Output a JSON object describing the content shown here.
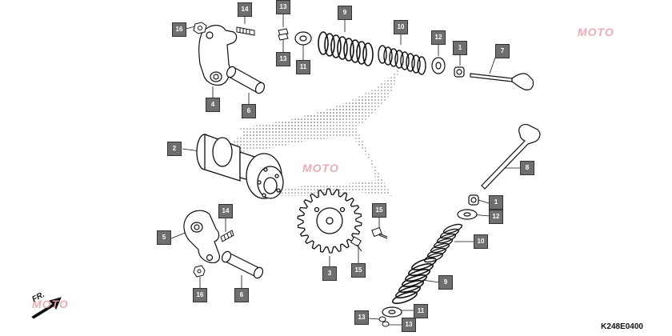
{
  "diagram": {
    "callouts": [
      {
        "label": "16"
      },
      {
        "label": "14"
      },
      {
        "label": "13"
      },
      {
        "label": "13"
      },
      {
        "label": "11"
      },
      {
        "label": "9"
      },
      {
        "label": "10"
      },
      {
        "label": "12"
      },
      {
        "label": "1"
      },
      {
        "label": "7"
      },
      {
        "label": "4"
      },
      {
        "label": "6"
      },
      {
        "label": "2"
      },
      {
        "label": "8"
      },
      {
        "label": "14"
      },
      {
        "label": "15"
      },
      {
        "label": "5"
      },
      {
        "label": "1"
      },
      {
        "label": "12"
      },
      {
        "label": "10"
      },
      {
        "label": "15"
      },
      {
        "label": "3"
      },
      {
        "label": "6"
      },
      {
        "label": "9"
      },
      {
        "label": "16"
      },
      {
        "label": "11"
      },
      {
        "label": "13"
      },
      {
        "label": "13"
      }
    ],
    "direction_label": "FR.",
    "diagram_code": "K248E0400",
    "watermark": "MOTO",
    "colors": {
      "callout_fill": "#6f6f6f",
      "watermark": "#e7a6ad",
      "stroke": "#111111"
    }
  }
}
